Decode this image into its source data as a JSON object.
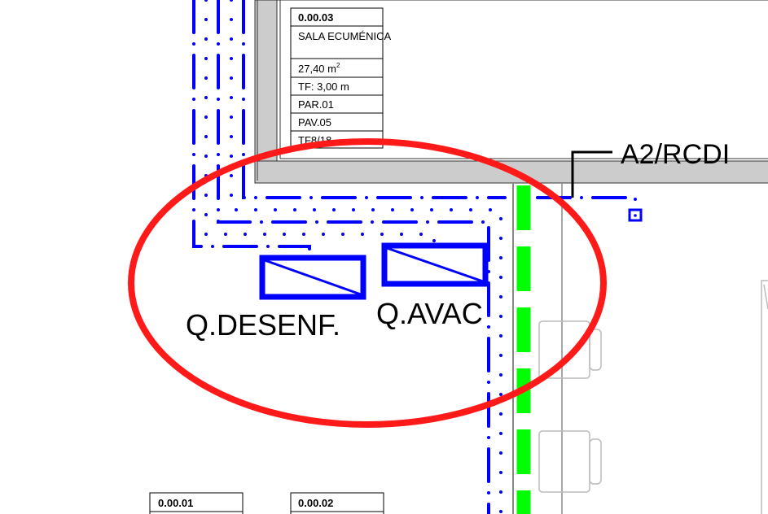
{
  "room_top": {
    "number": "0.00.03",
    "name": "SALA ECUMÉNICA",
    "area": "27,40  m",
    "area_unit_sup": "2",
    "height": "TF: 3,00  m",
    "wall": "PAR.01",
    "floor": "PAV.05",
    "ceiling": "TF8/18"
  },
  "room_bottom_left": {
    "number": "0.00.01"
  },
  "room_bottom_right": {
    "number": "0.00.02"
  },
  "panels": [
    {
      "label": "Q.DESENF."
    },
    {
      "label": "Q.AVAC"
    }
  ],
  "circuit_label": "A2/RCDI",
  "colors": {
    "circuit": "#0000ff",
    "highlight": "#ff1a1a",
    "wall": "#cccccc",
    "green_line": "#00ff00"
  }
}
